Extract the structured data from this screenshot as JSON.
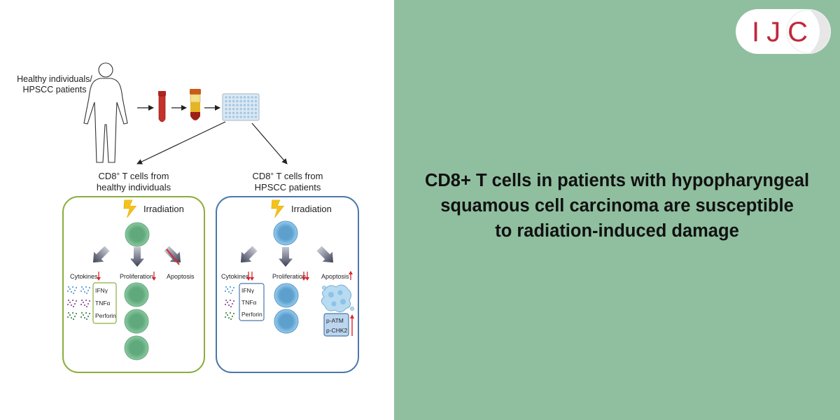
{
  "source_label": [
    "Healthy individuals/",
    "HPSCC patients"
  ],
  "branches": {
    "healthy": {
      "title": [
        "CD8",
        "+",
        " T cells from",
        "healthy individuals"
      ],
      "irradiation": "Irradiation",
      "cytokines": "Cytokines",
      "proliferation": "Proliferation",
      "apoptosis": "Apoptosis",
      "cytokine_list": [
        "IFNγ",
        "TNFα",
        "Perforin"
      ]
    },
    "patients": {
      "title": [
        "CD8",
        "+",
        " T cells from",
        "HPSCC patients"
      ],
      "irradiation": "Irradiation",
      "cytokines": "Cytokines",
      "proliferation": "Proliferation",
      "apoptosis": "Apoptosis",
      "cytokine_list": [
        "IFNγ",
        "TNFα",
        "Perforin"
      ],
      "markers": [
        "p-ATM",
        "p-CHK2"
      ]
    }
  },
  "headline": [
    "CD8+ T cells in patients with hypopharyngeal",
    "squamous cell carcinoma are susceptible",
    "to radiation-induced damage"
  ],
  "logo": {
    "text": "IJC",
    "color": "#c0283b"
  },
  "colors": {
    "right_panel": "#8fbf9f",
    "healthy_border": "#8aae3e",
    "patient_border": "#4a78aa",
    "healthy_cell": "#7dbf95",
    "patient_cell": "#84c0e6",
    "down_arrow": "#d8262d"
  }
}
